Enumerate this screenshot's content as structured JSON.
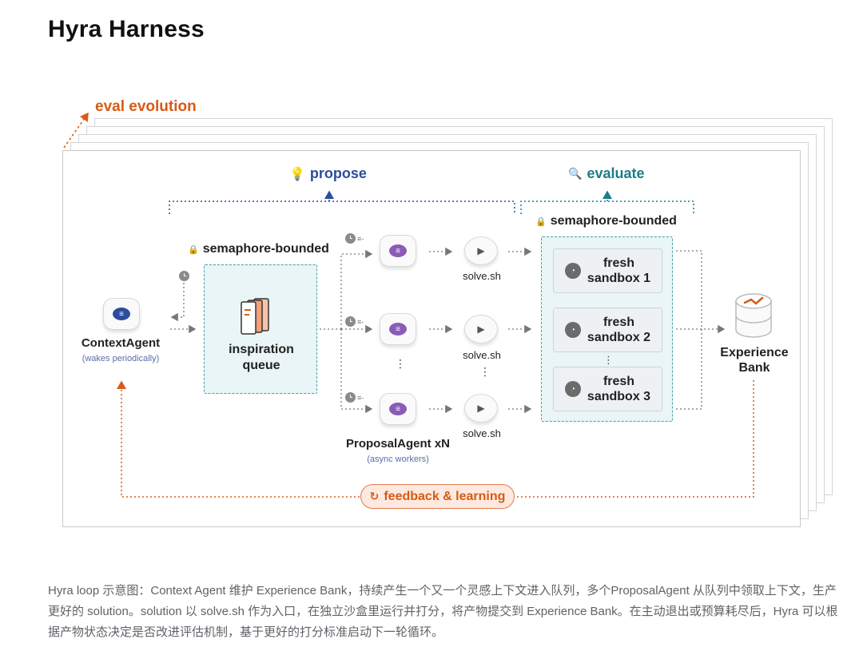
{
  "page": {
    "title": "Hyra Harness"
  },
  "diagram": {
    "eval_evolution": "eval evolution",
    "propose": "propose",
    "evaluate": "evaluate",
    "semaphore_left": "semaphore-bounded",
    "semaphore_right": "semaphore-bounded",
    "context_agent": {
      "label": "ContextAgent",
      "sub": "(wakes periodically)"
    },
    "queue": {
      "label_line1": "inspiration",
      "label_line2": "queue"
    },
    "proposal_agent": {
      "label": "ProposalAgent xN",
      "sub": "(async workers)"
    },
    "solve": [
      "solve.sh",
      "solve.sh",
      "solve.sh"
    ],
    "sandboxes": [
      {
        "line1": "fresh",
        "line2": "sandbox 1"
      },
      {
        "line1": "fresh",
        "line2": "sandbox 2"
      },
      {
        "line1": "fresh",
        "line2": "sandbox 3"
      }
    ],
    "experience_bank": {
      "line1": "Experience",
      "line2": "Bank"
    },
    "feedback": "feedback & learning",
    "clock_marks": [
      "≡-",
      "≡-",
      "≡-"
    ],
    "colors": {
      "orange": "#d85a16",
      "blue": "#2c4d9e",
      "teal": "#1c7c87",
      "purple": "#8a5bb8"
    }
  },
  "caption": "Hyra loop 示意图：Context Agent 维护 Experience Bank，持续产生一个又一个灵感上下文进入队列，多个ProposalAgent 从队列中领取上下文，生产更好的 solution。solution 以 solve.sh 作为入口，在独立沙盒里运行并打分，将产物提交到 Experience Bank。在主动退出或预算耗尽后，Hyra 可以根据产物状态决定是否改进评估机制，基于更好的打分标准启动下一轮循环。"
}
